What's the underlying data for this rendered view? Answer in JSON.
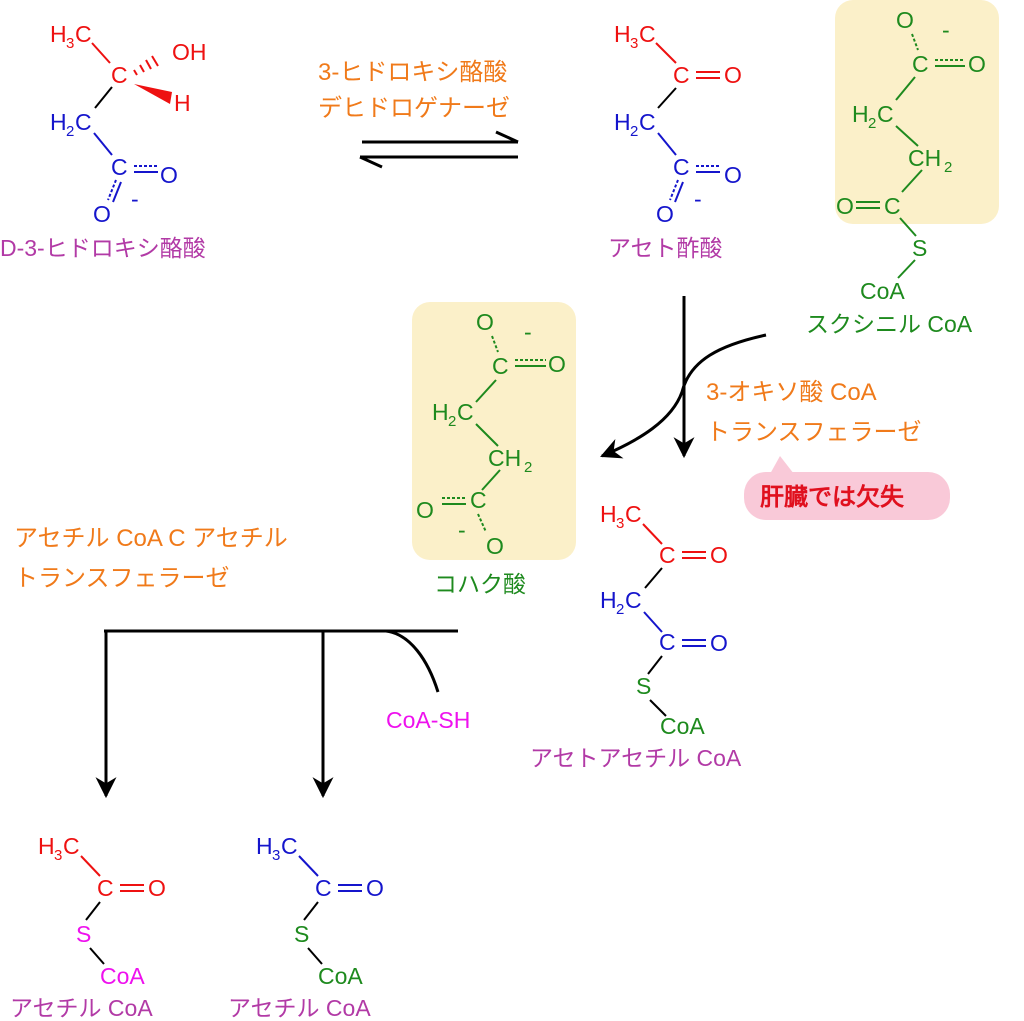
{
  "colors": {
    "red": "#ee1111",
    "blue": "#1515cc",
    "green": "#1e8a1e",
    "orange": "#f07a1a",
    "purple": "#b23aa6",
    "magenta": "#ee11ee",
    "black": "#000000",
    "box_fill": "#fbf0c9",
    "callout_fill": "#f9c9d8",
    "callout_text": "#e0101e"
  },
  "atoms": {
    "H": "H",
    "C": "C",
    "O": "O",
    "S": "S",
    "sub3": "3",
    "sub2": "2",
    "OH": "OH",
    "CH": "CH",
    "CoA": "CoA",
    "minus": "-"
  },
  "compounds": {
    "hydroxybutyrate": "D-3-ヒドロキシ酪酸",
    "acetoacetate": "アセト酢酸",
    "succinyl_coa": "スクシニル CoA",
    "succinate": "コハク酸",
    "acetoacetyl_coa": "アセトアセチル CoA",
    "acetyl_coa_1": "アセチル CoA",
    "acetyl_coa_2": "アセチル CoA",
    "coa_sh": "CoA-SH"
  },
  "enzymes": {
    "dehydrogenase_line1": "3-ヒドロキシ酪酸",
    "dehydrogenase_line2": "デヒドロゲナーゼ",
    "transferase_line1": "3-オキソ酸 CoA",
    "transferase_line2": "トランスフェラーゼ",
    "thiolase_line1": "アセチル CoA C アセチル",
    "thiolase_line2": "トランスフェラーゼ"
  },
  "callout": "肝臓では欠失"
}
